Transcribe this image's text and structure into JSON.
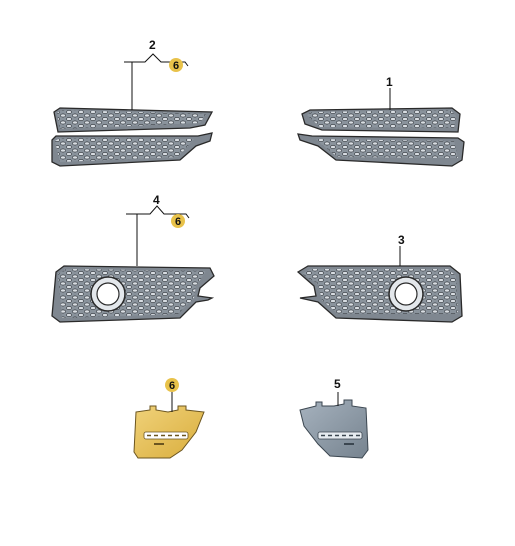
{
  "parts": [
    {
      "id": "part-2",
      "label": "2",
      "badge": "6"
    },
    {
      "id": "part-1",
      "label": "1"
    },
    {
      "id": "part-4",
      "label": "4",
      "badge": "6"
    },
    {
      "id": "part-3",
      "label": "3"
    },
    {
      "id": "part-6",
      "label": "6"
    },
    {
      "id": "part-5",
      "label": "5"
    }
  ],
  "colors": {
    "badge": "#e8c24a",
    "grille": "#7f8790",
    "cover_primed": "#e7c258",
    "cover_grey": "#8b98a6"
  }
}
